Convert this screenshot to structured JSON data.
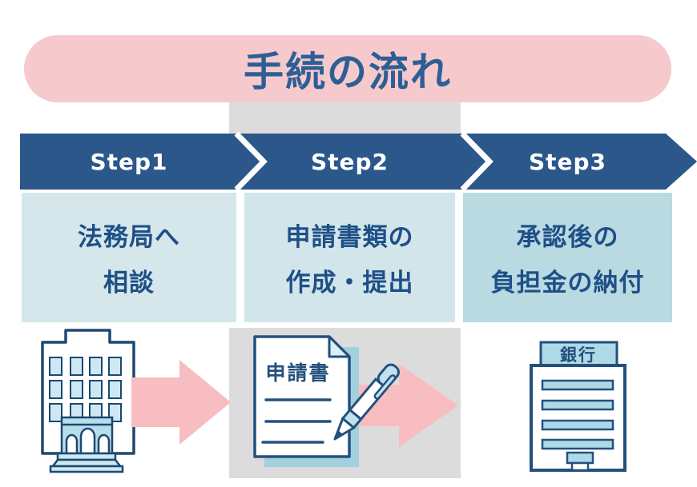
{
  "title": "手続の流れ",
  "steps": [
    {
      "label": "Step1",
      "line1": "法務局へ",
      "line2": "相談"
    },
    {
      "label": "Step2",
      "line1": "申請書類の",
      "line2": "作成・提出"
    },
    {
      "label": "Step3",
      "line1": "承認後の",
      "line2": "負担金の納付"
    }
  ],
  "illustrations": {
    "document_label": "申請書",
    "bank_label": "銀行",
    "icons": [
      "government-building-icon",
      "flow-arrow-icon",
      "application-document-icon",
      "pen-icon",
      "flow-arrow-icon",
      "bank-icon"
    ]
  },
  "colors": {
    "header_pink": "#f6c9cc",
    "arrow_pink": "#f8bdc1",
    "band_blue": "#2b578a",
    "title_blue": "#2d5f94",
    "box_text_blue": "#1e4f87",
    "box_light_blue": "#d5e7eb",
    "box3_teal_blue": "#b9dae1",
    "column_gray": "#dcdcdc",
    "icon_stroke_navy": "#1d4872",
    "icon_fill_light_blue": "#bfe2ee",
    "step_label_white": "#ffffff"
  }
}
